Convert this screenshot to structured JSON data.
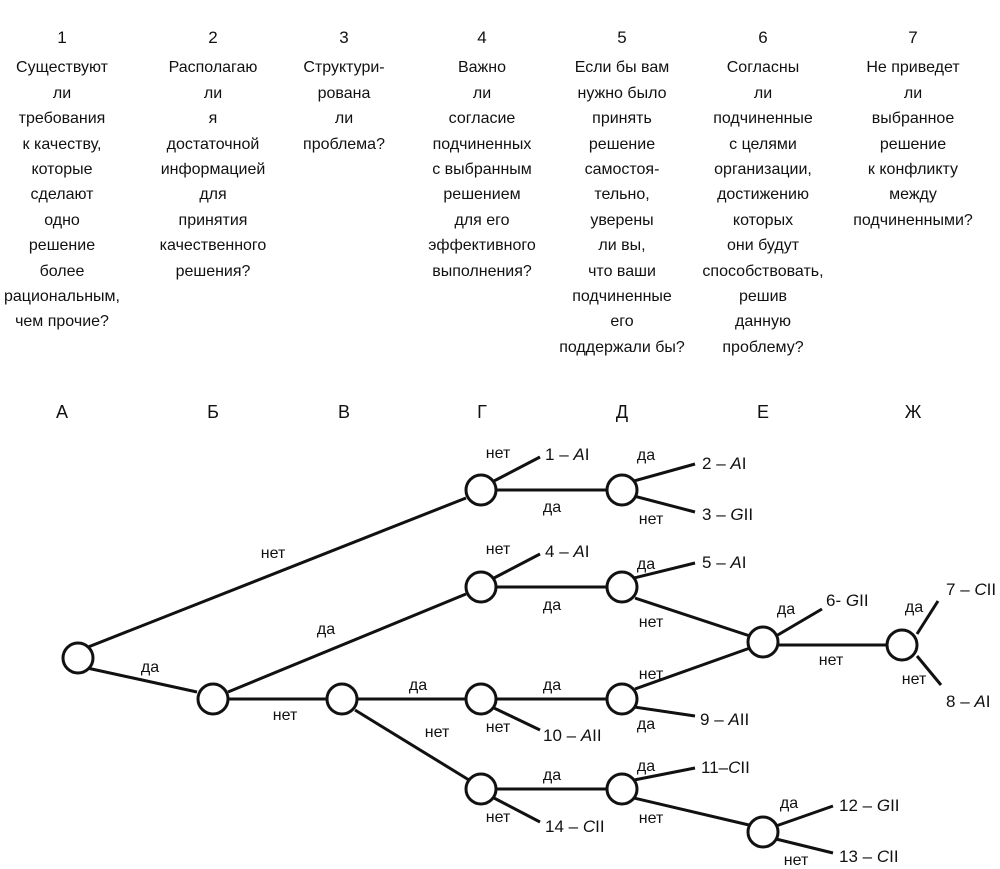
{
  "questions": [
    {
      "number": "1",
      "text": "Существуют\nли\nтребования\nк качеству,\nкоторые\nсделают\nодно\nрешение\nболее\nрациональным,\nчем прочие?"
    },
    {
      "number": "2",
      "text": "Располагаю\nли\nя\nдостаточной\nинформацией\nдля\nпринятия\nкачественного\nрешения?"
    },
    {
      "number": "3",
      "text": "Структури-\nрована\nли\nпроблема?"
    },
    {
      "number": "4",
      "text": "Важно\nли\nсогласие\nподчиненных\nс выбранным\nрешением\nдля его\nэффективного\nвыполнения?"
    },
    {
      "number": "5",
      "text": "Если бы вам\nнужно было\nпринять\nрешение\nсамостоя-\nтельно,\nуверены\nли вы,\nчто ваши\nподчиненные\nего\nподдержали бы?"
    },
    {
      "number": "6",
      "text": "Согласны\nли\nподчиненные\nс целями\nорганизации,\nдостижению\nкоторых\nони будут\nспособствовать,\nрешив\nданную\nпроблему?"
    },
    {
      "number": "7",
      "text": "Не приведет\nли\nвыбранное\nрешение\nк конфликту\nмежду\nподчиненными?"
    }
  ],
  "columns": [
    "А",
    "Б",
    "В",
    "Г",
    "Д",
    "Е",
    "Ж"
  ],
  "edge_labels": {
    "yes": "да",
    "no": "нет"
  },
  "outcomes": [
    {
      "id": "1",
      "sep": " – ",
      "style": "A",
      "level": "I"
    },
    {
      "id": "2",
      "sep": " – ",
      "style": "A",
      "level": "I"
    },
    {
      "id": "3",
      "sep": " – ",
      "style": "G",
      "level": "II"
    },
    {
      "id": "4",
      "sep": " – ",
      "style": "A",
      "level": "I"
    },
    {
      "id": "5",
      "sep": " – ",
      "style": "A",
      "level": "I"
    },
    {
      "id": "6",
      "sep": "- ",
      "style": "G",
      "level": "II"
    },
    {
      "id": "7",
      "sep": " – ",
      "style": "C",
      "level": "II"
    },
    {
      "id": "8",
      "sep": " – ",
      "style": "A",
      "level": "I"
    },
    {
      "id": "9",
      "sep": " – ",
      "style": "A",
      "level": "II"
    },
    {
      "id": "10",
      "sep": " – ",
      "style": "A",
      "level": "II"
    },
    {
      "id": "11",
      "sep": "–",
      "style": "C",
      "level": "II"
    },
    {
      "id": "12",
      "sep": " – ",
      "style": "G",
      "level": "II"
    },
    {
      "id": "13",
      "sep": " – ",
      "style": "C",
      "level": "II"
    },
    {
      "id": "14",
      "sep": " – ",
      "style": "C",
      "level": "II"
    }
  ]
}
